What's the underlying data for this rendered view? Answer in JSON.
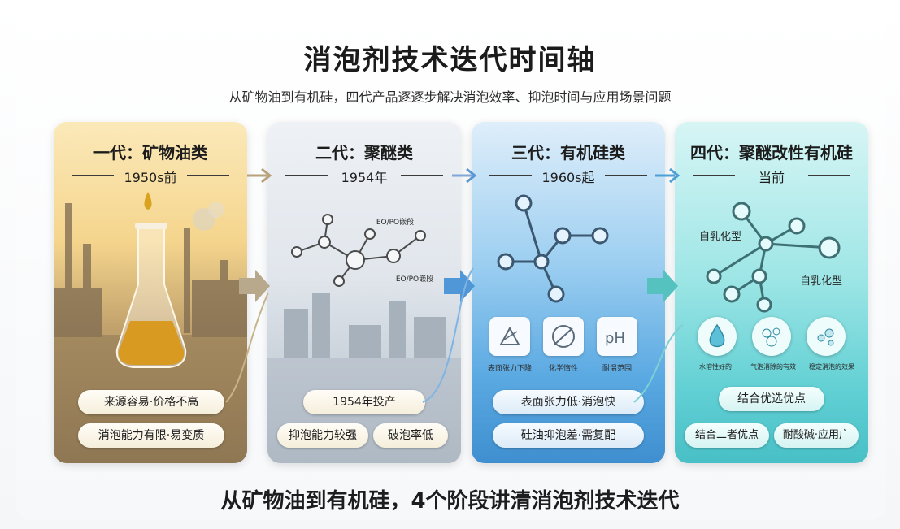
{
  "title": "消泡剂技术迭代时间轴",
  "subtitle": "从矿物油到有机硅，四代产品逐逐步解决消泡效率、抑泡时间与应用场景问题",
  "footer": "从矿物油到有机硅，4个阶段讲清消泡剂技术迭代",
  "stages": [
    {
      "title": "一代：矿物油类",
      "period": "1950s前",
      "pills": [
        "来源容易·价格不高",
        "消泡能力有限·易变质"
      ]
    },
    {
      "title": "二代：聚醚类",
      "period": "1954年",
      "labels": [
        "EO/PO嵌段",
        "EO/PO嵌段"
      ],
      "pills": [
        "1954年投产",
        "抑泡能力较强",
        "破泡率低"
      ]
    },
    {
      "title": "三代：有机硅类",
      "period": "1960s起",
      "icons": [
        {
          "icon": "surface-tension-icon",
          "label": "表面张力下降"
        },
        {
          "icon": "chemical-inert-icon",
          "label": "化学惰性"
        },
        {
          "icon": "ph-icon",
          "label": "耐温范围"
        }
      ],
      "pills": [
        "表面张力低·消泡快",
        "硅油抑泡差·需复配"
      ]
    },
    {
      "title": "四代：聚醚改性有机硅",
      "period": "当前",
      "labels": [
        "自乳化型",
        "自乳化型"
      ],
      "icons": [
        {
          "icon": "water-drop-icon",
          "label": "水溶性好的"
        },
        {
          "icon": "bubbles-icon",
          "label": "气泡消除的有效"
        },
        {
          "icon": "foam-icon",
          "label": "稳定消泡的效果"
        }
      ],
      "pills": [
        "结合优选优点",
        "结合二者优点",
        "耐酸碱·应用广"
      ]
    }
  ]
}
